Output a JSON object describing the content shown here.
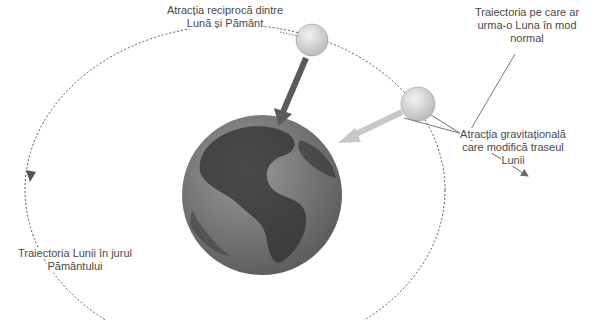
{
  "diagram": {
    "labels": [
      "Atracția reciprocă dintre Lună și Pământ",
      "Traiectoria pe care ar urma-o Luna în mod normal",
      "Atracția gravitațională care modifică traseul Lunii",
      "Traiectoria Lunii în jurul Pământului"
    ]
  }
}
